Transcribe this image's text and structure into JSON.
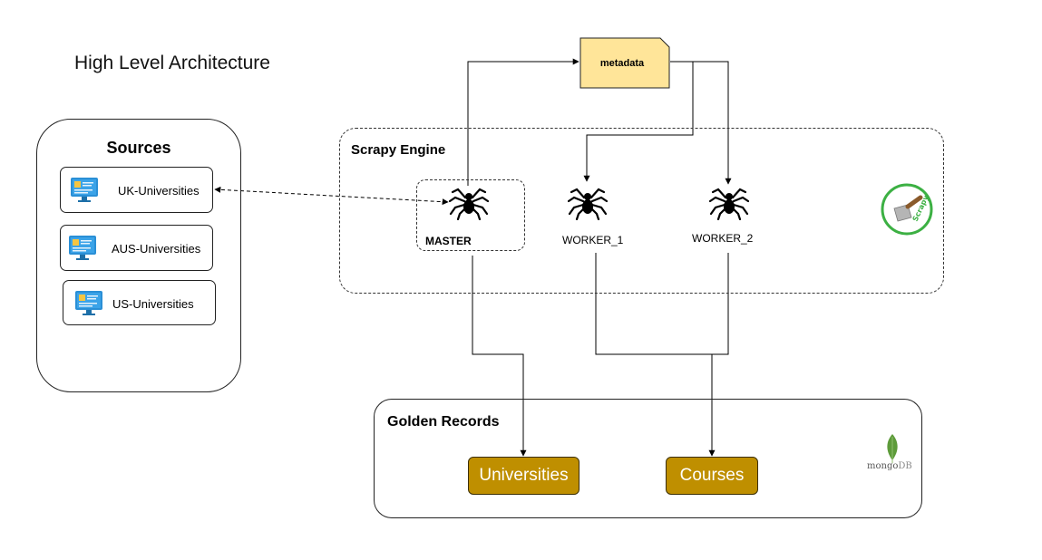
{
  "page_title": "High Level Architecture",
  "sources": {
    "title": "Sources",
    "items": [
      {
        "label": "UK-Universities",
        "icon": "monitor-icon"
      },
      {
        "label": "AUS-Universities",
        "icon": "monitor-icon"
      },
      {
        "label": "US-Universities",
        "icon": "monitor-icon"
      }
    ]
  },
  "metadata": {
    "label": "metadata",
    "fill": "#ffe599",
    "stroke": "#222222"
  },
  "scrapy_engine": {
    "title": "Scrapy Engine",
    "master_label": "MASTER",
    "workers": [
      "WORKER_1",
      "WORKER_2"
    ],
    "logo_icon": "scrapy-logo-icon",
    "logo_color": "#3cb043"
  },
  "golden_records": {
    "title": "Golden Records",
    "items": [
      "Universities",
      "Courses"
    ],
    "item_color": "#bf8f00",
    "logo": {
      "word_prefix": "mongo",
      "word_suffix": "DB",
      "icon": "mongodb-leaf-icon",
      "leaf_color": "#5d9b3a"
    }
  }
}
